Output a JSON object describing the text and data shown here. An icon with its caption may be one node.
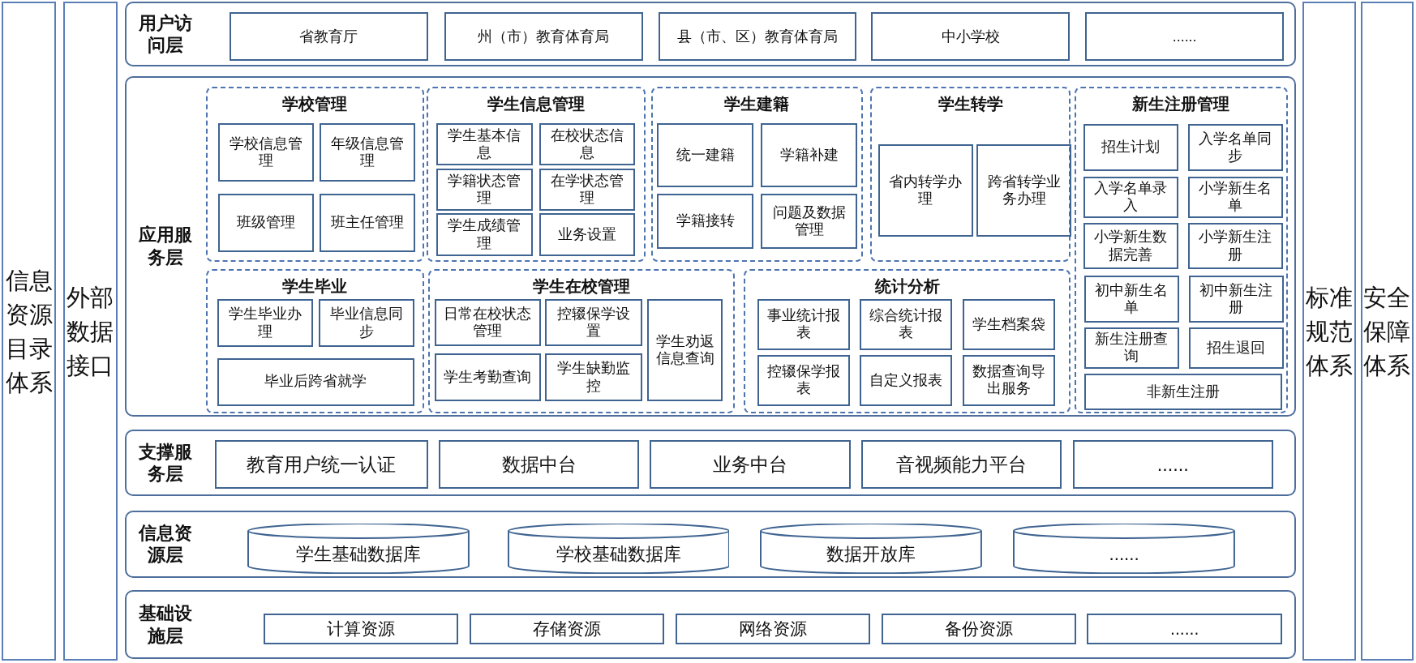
{
  "diagram": {
    "nodes": [
      {
        "text": [
          "信息资源目录体系"
        ]
      },
      {
        "text": [
          "外部数据接口"
        ]
      },
      {
        "text": [
          "用户访问层"
        ]
      },
      {
        "text": [
          "省教育厅"
        ],
        "in": 2
      },
      {
        "text": [
          "州（市）教育体育局"
        ],
        "in": 2
      },
      {
        "text": [
          "县（市、区）教育体育局"
        ],
        "in": 2
      },
      {
        "text": [
          "中小学校"
        ],
        "in": 2
      },
      {
        "text": [
          "......"
        ],
        "in": 2
      },
      {
        "text": [
          "应用服务层"
        ]
      },
      {
        "text": [
          "学校管理"
        ],
        "in": 8
      },
      {
        "text": [
          "学校信息管理"
        ],
        "in": 9
      },
      {
        "text": [
          "年级信息管理"
        ],
        "in": 9
      },
      {
        "text": [
          "班级管理"
        ],
        "in": 9
      },
      {
        "text": [
          "班主任管理"
        ],
        "in": 9
      },
      {
        "text": [
          "学生信息管理"
        ],
        "in": 8
      },
      {
        "text": [
          "学生基本信息"
        ],
        "in": 14
      },
      {
        "text": [
          "在校状态信息"
        ],
        "in": 14
      },
      {
        "text": [
          "学籍状态管理"
        ],
        "in": 14
      },
      {
        "text": [
          "在学状态管理"
        ],
        "in": 14
      },
      {
        "text": [
          "学生成绩管理"
        ],
        "in": 14
      },
      {
        "text": [
          "业务设置"
        ],
        "in": 14
      },
      {
        "text": [
          "学生建籍"
        ],
        "in": 8
      },
      {
        "text": [
          "统一建籍"
        ],
        "in": 21
      },
      {
        "text": [
          "学籍补建"
        ],
        "in": 21
      },
      {
        "text": [
          "学籍接转"
        ],
        "in": 21
      },
      {
        "text": [
          "问题及数据管理"
        ],
        "in": 21
      },
      {
        "text": [
          "学生转学"
        ],
        "in": 8
      },
      {
        "text": [
          "省内转学办理"
        ],
        "in": 26
      },
      {
        "text": [
          "跨省转学业务办理"
        ],
        "in": 26
      },
      {
        "text": [
          "新生注册管理"
        ],
        "in": 8
      },
      {
        "text": [
          "招生计划"
        ],
        "in": 29
      },
      {
        "text": [
          "入学名单同步"
        ],
        "in": 29
      },
      {
        "text": [
          "入学名单录入"
        ],
        "in": 29
      },
      {
        "text": [
          "小学新生名单"
        ],
        "in": 29
      },
      {
        "text": [
          "小学新生数据完善"
        ],
        "in": 29
      },
      {
        "text": [
          "小学新生注册"
        ],
        "in": 29
      },
      {
        "text": [
          "初中新生名单"
        ],
        "in": 29
      },
      {
        "text": [
          "初中新生注册"
        ],
        "in": 29
      },
      {
        "text": [
          "新生注册查询"
        ],
        "in": 29
      },
      {
        "text": [
          "招生退回"
        ],
        "in": 29
      },
      {
        "text": [
          "非新生注册"
        ],
        "in": 29
      },
      {
        "text": [
          "学生毕业"
        ],
        "in": 8
      },
      {
        "text": [
          "学生毕业办理"
        ],
        "in": 41
      },
      {
        "text": [
          "毕业信息同步"
        ],
        "in": 41
      },
      {
        "text": [
          "毕业后跨省就学"
        ],
        "in": 41
      },
      {
        "text": [
          "学生在校管理"
        ],
        "in": 8
      },
      {
        "text": [
          "日常在校状态管理"
        ],
        "in": 45
      },
      {
        "text": [
          "控辍保学设置"
        ],
        "in": 45
      },
      {
        "text": [
          "学生考勤查询"
        ],
        "in": 45
      },
      {
        "text": [
          "学生缺勤监控"
        ],
        "in": 45
      },
      {
        "text": [
          "学生劝返信息查询"
        ],
        "in": 45
      },
      {
        "text": [
          "统计分析"
        ],
        "in": 8
      },
      {
        "text": [
          "事业统计报表"
        ],
        "in": 51
      },
      {
        "text": [
          "综合统计报表"
        ],
        "in": 51
      },
      {
        "text": [
          "学生档案袋"
        ],
        "in": 51
      },
      {
        "text": [
          "控辍保学报表"
        ],
        "in": 51
      },
      {
        "text": [
          "自定义报表"
        ],
        "in": 51
      },
      {
        "text": [
          "数据查询导出服务"
        ],
        "in": 51
      },
      {
        "text": [
          "支撑服务层"
        ]
      },
      {
        "text": [
          "教育用户统一认证"
        ],
        "in": 58
      },
      {
        "text": [
          "数据中台"
        ],
        "in": 58
      },
      {
        "text": [
          "业务中台"
        ],
        "in": 58
      },
      {
        "text": [
          "音视频能力平台"
        ],
        "in": 58
      },
      {
        "text": [
          "......"
        ],
        "in": 58
      },
      {
        "text": [
          "信息资源层"
        ]
      },
      {
        "text": [
          "学生基础数据库"
        ],
        "in": 64
      },
      {
        "text": [
          "学校基础数据库"
        ],
        "in": 64
      },
      {
        "text": [
          "数据开放库"
        ],
        "in": 64
      },
      {
        "text": [
          "......"
        ],
        "in": 64
      },
      {
        "text": [
          "基础设施层"
        ]
      },
      {
        "text": [
          "计算资源"
        ],
        "in": 69
      },
      {
        "text": [
          "存储资源"
        ],
        "in": 69
      },
      {
        "text": [
          "网络资源"
        ],
        "in": 69
      },
      {
        "text": [
          "备份资源"
        ],
        "in": 69
      },
      {
        "text": [
          "......"
        ],
        "in": 69
      },
      {
        "text": [
          "标准规范体系"
        ]
      },
      {
        "text": [
          "安全保障体系"
        ]
      }
    ]
  }
}
